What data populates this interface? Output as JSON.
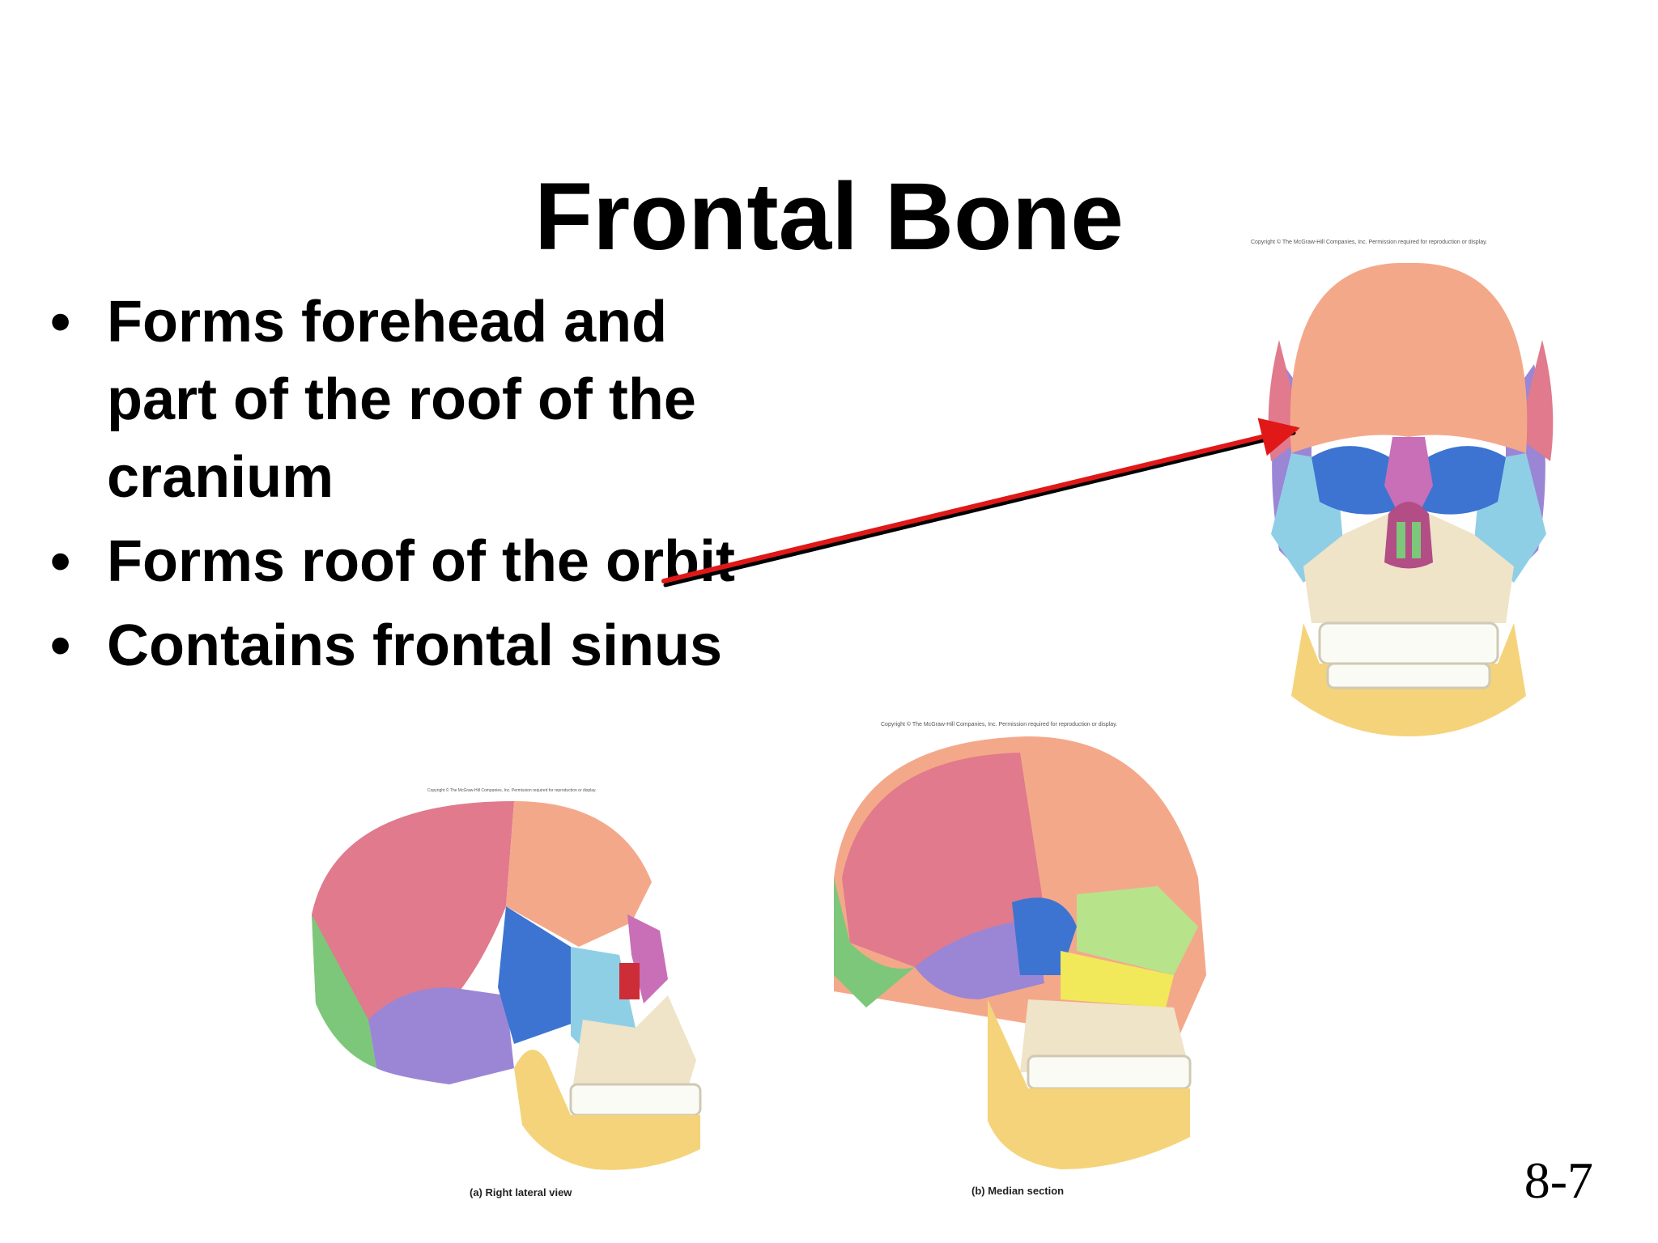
{
  "slide": {
    "title": "Frontal Bone",
    "page_number": "8-7",
    "bullets": [
      "Forms forehead and part of the roof of the cranium",
      "Forms roof of the orbit",
      "Contains frontal sinus"
    ],
    "bullet_symbol": "•"
  },
  "figures": {
    "anterior": {
      "copyright": "Copyright © The McGraw-Hill Companies, Inc. Permission required for reproduction or display."
    },
    "lateral": {
      "copyright": "Copyright © The McGraw-Hill Companies, Inc. Permission required for reproduction or display.",
      "caption": "(a) Right lateral view"
    },
    "median": {
      "copyright": "Copyright © The McGraw-Hill Companies, Inc. Permission required for reproduction or display.",
      "caption": "(b) Median section"
    }
  },
  "colors": {
    "frontal": "#f4a88a",
    "parietal": "#e07a8c",
    "temporal": "#9b86d6",
    "sphenoid": "#3d74d1",
    "zygomatic": "#8fcfe6",
    "maxilla": "#efe3c8",
    "mandible": "#f5d37a",
    "occipital": "#7cc77a",
    "nasal": "#c86fb7",
    "arrow": "#e01818"
  }
}
